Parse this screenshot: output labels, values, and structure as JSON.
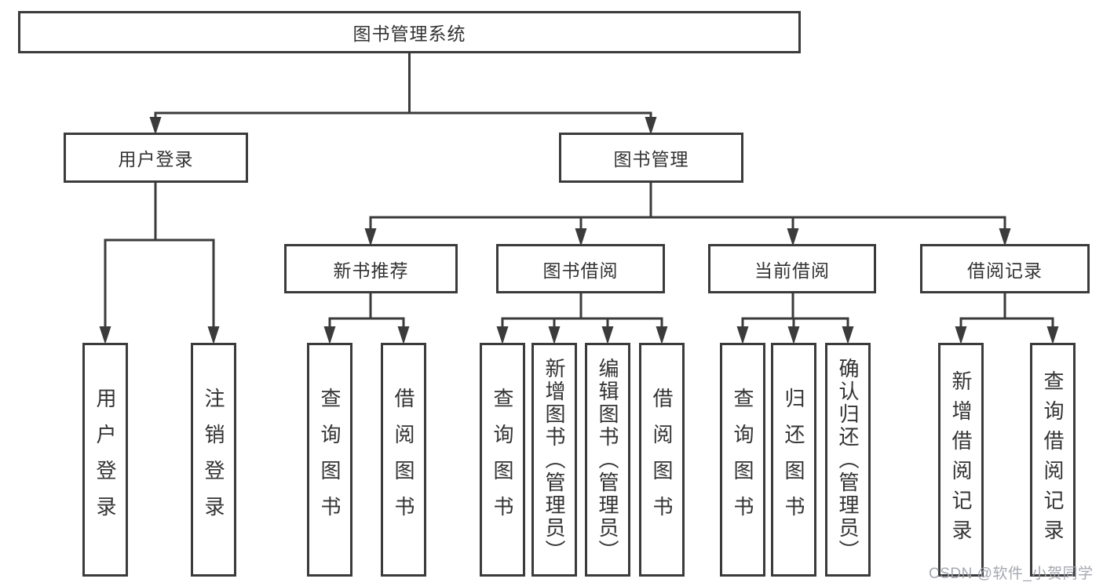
{
  "diagram": {
    "root": {
      "label": "图书管理系统"
    },
    "level1": [
      {
        "label": "用户登录"
      },
      {
        "label": "图书管理"
      }
    ],
    "level2": [
      {
        "label": "新书推荐"
      },
      {
        "label": "图书借阅"
      },
      {
        "label": "当前借阅"
      },
      {
        "label": "借阅记录"
      }
    ],
    "leaves": {
      "login": [
        "用户登录",
        "注销登录"
      ],
      "recommend": [
        "查询图书",
        "借阅图书"
      ],
      "borrow": [
        "查询图书",
        "新增图书（管理员）",
        "编辑图书（管理员）",
        "借阅图书"
      ],
      "current": [
        "查询图书",
        "归还图书",
        "确认归还（管理员）"
      ],
      "records": [
        "新增借阅记录",
        "查询借阅记录"
      ]
    },
    "colors": {
      "line": "#3b3b3b",
      "text": "#333333",
      "box_background": "#ffffff",
      "page_background": "#ffffff",
      "watermark": "#a1a3ac"
    }
  },
  "watermark": {
    "text": "CSDN @软件_小贺同学"
  }
}
